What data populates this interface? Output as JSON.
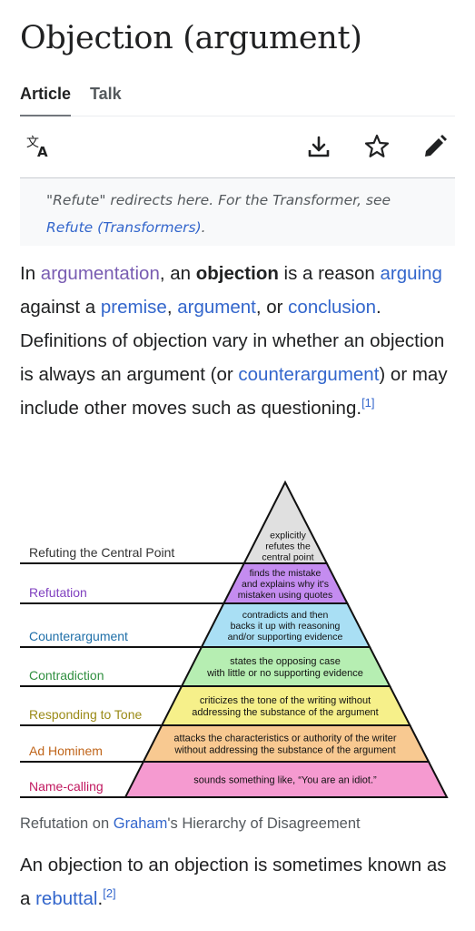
{
  "page": {
    "title": "Objection (argument)"
  },
  "tabs": [
    {
      "label": "Article",
      "active": true
    },
    {
      "label": "Talk",
      "active": false
    }
  ],
  "toolbar": {
    "icons": [
      "language-icon",
      "download-icon",
      "star-icon",
      "edit-pencil-icon"
    ]
  },
  "hatnote": {
    "prefix": "\"Refute\" redirects here. For the Transformer, see ",
    "link": "Refute (Transformers)",
    "suffix": "."
  },
  "lead": {
    "t1": "In ",
    "l1": "argumentation",
    "t2": ", an ",
    "bold": "objection",
    "t3": " is a reason ",
    "l2": "arguing",
    "t4": " against a ",
    "l3": "premise",
    "t5": ", ",
    "l4": "argument",
    "t6": ", or ",
    "l5": "conclusion",
    "t7": ". Definitions of objection vary in whether an objection is always an argument (or ",
    "l6": "counterargument",
    "t8": ") or may include other moves such as questioning.",
    "ref": "[1]"
  },
  "pyramid": {
    "levels": [
      {
        "name": "Refuting the Central Point",
        "name_color": "#333333",
        "fill": "#e0e0e0",
        "desc": [
          "explicitly",
          "refutes the",
          "central point"
        ]
      },
      {
        "name": "Refutation",
        "name_color": "#7f3fbf",
        "fill": "#c48cf0",
        "desc": [
          "finds the mistake",
          "and explains why it's",
          "mistaken using quotes"
        ]
      },
      {
        "name": "Counterargument",
        "name_color": "#1f6fa8",
        "fill": "#a9dff4",
        "desc": [
          "contradicts and then",
          "backs it up with reasoning",
          "and/or supporting evidence"
        ]
      },
      {
        "name": "Contradiction",
        "name_color": "#2f8f3f",
        "fill": "#b6eeb2",
        "desc": [
          "states the opposing case",
          "with little or no supporting evidence"
        ]
      },
      {
        "name": "Responding to Tone",
        "name_color": "#9a8a16",
        "fill": "#f6f08a",
        "desc": [
          "criticizes the tone of the writing without",
          "addressing the substance of the argument"
        ]
      },
      {
        "name": "Ad Hominem",
        "name_color": "#c0651a",
        "fill": "#f8c991",
        "desc": [
          "attacks the characteristics or authority of the writer",
          "without addressing the substance of the argument"
        ]
      },
      {
        "name": "Name-calling",
        "name_color": "#c0185f",
        "fill": "#f59ad0",
        "desc": [
          "sounds something like, “You are an idiot.”"
        ]
      }
    ]
  },
  "caption": {
    "t1": "Refutation on ",
    "link": "Graham",
    "t2": "'s Hierarchy of Disagreement"
  },
  "rebuttal": {
    "t1": "An objection to an objection is sometimes known as a ",
    "link": "rebuttal",
    "t2": ".",
    "ref": "[2]"
  }
}
